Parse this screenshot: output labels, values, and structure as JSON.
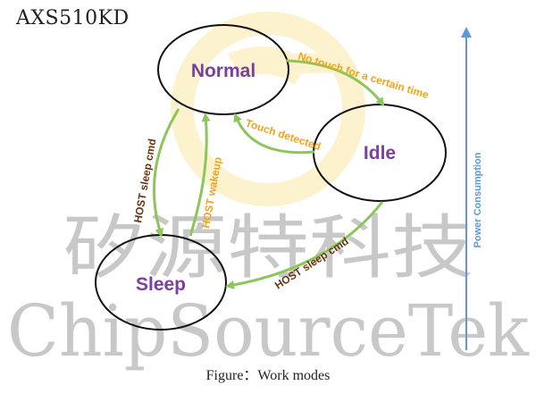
{
  "header": {
    "part_number": "AXS510KD"
  },
  "watermark": {
    "chinese": "矽源特科技",
    "english": "ChipSourceTek"
  },
  "states": {
    "normal": "Normal",
    "idle": "Idle",
    "sleep": "Sleep"
  },
  "transitions": {
    "normal_to_idle": "No touch for a certain time",
    "idle_to_normal": "Touch detected",
    "normal_to_sleep": "HOST sleep cmd",
    "sleep_to_normal": "HOST wakeup",
    "idle_to_sleep": "HOST sleep cmd"
  },
  "axis": {
    "label": "Power Consumption"
  },
  "caption": "Figure：Work modes",
  "colors": {
    "state_text": "#7a3fa0",
    "arrow": "#8cc65a",
    "label_orange": "#f2a31b",
    "label_brown": "#6b3410",
    "axis": "#5b9bd5",
    "watermark": "#c8c8c8",
    "logo": "#fbe8a6"
  }
}
